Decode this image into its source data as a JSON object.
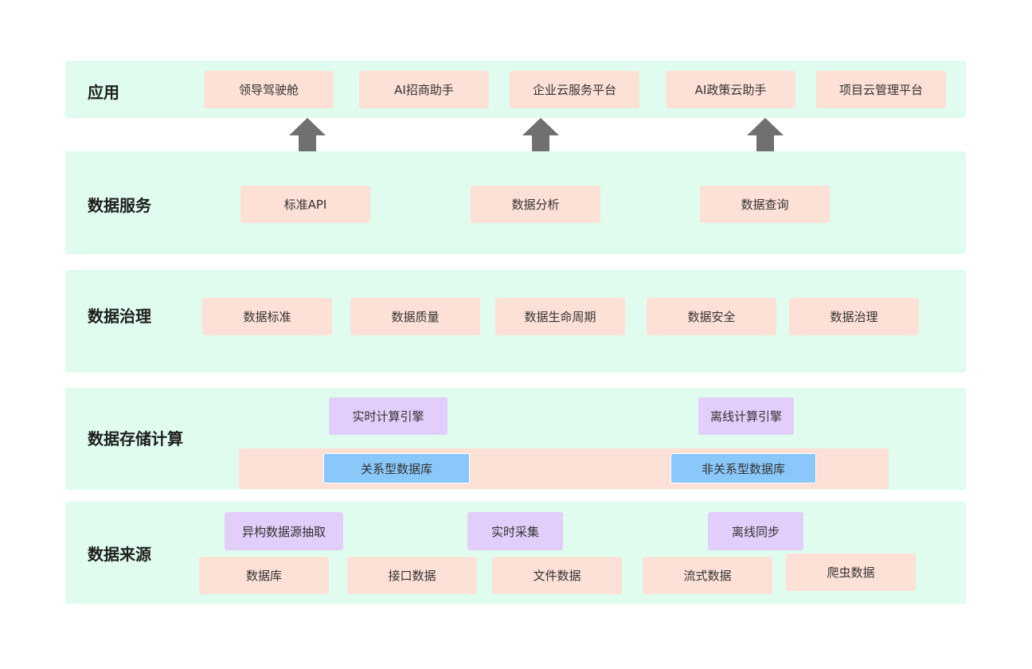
{
  "layers": {
    "app": {
      "title": "应用",
      "items": [
        "领导驾驶舱",
        "AI招商助手",
        "企业云服务平台",
        "AI政策云助手",
        "项目云管理平台"
      ]
    },
    "service": {
      "title": "数据服务",
      "items": [
        "标准API",
        "数据分析",
        "数据查询"
      ]
    },
    "governance": {
      "title": "数据治理",
      "items": [
        "数据标准",
        "数据质量",
        "数据生命周期",
        "数据安全",
        "数据治理"
      ]
    },
    "storage": {
      "title": "数据存储计算",
      "engines": [
        "实时计算引擎",
        "离线计算引擎"
      ],
      "databases": [
        "关系型数据库",
        "非关系型数据库"
      ]
    },
    "source": {
      "title": "数据来源",
      "methods": [
        "异构数据源抽取",
        "实时采集",
        "离线同步"
      ],
      "items": [
        "数据库",
        "接口数据",
        "文件数据",
        "流式数据",
        "爬虫数据"
      ]
    }
  },
  "colors": {
    "layer_bg": "#dffcee",
    "box_peach": "#fde0d6",
    "box_purple": "#e3cdfa",
    "box_blue": "#8ac8fb",
    "arrow": "#707070"
  }
}
